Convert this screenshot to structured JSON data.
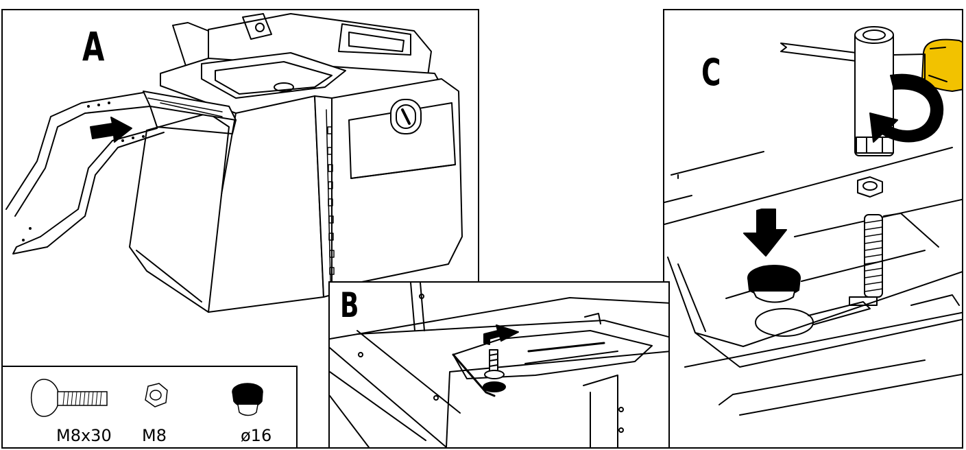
{
  "steps": {
    "a": "A",
    "b": "B",
    "c": "C"
  },
  "parts": [
    {
      "name": "carriage-bolt",
      "label": "M8x30"
    },
    {
      "name": "hex-nut",
      "label": "M8"
    },
    {
      "name": "cover-cap",
      "label": "ø16"
    }
  ],
  "icons": [
    "arrow-right-icon",
    "arrow-down-icon",
    "rotate-arrow-icon",
    "screwdriver-icon",
    "socket-wrench-icon"
  ],
  "colors": {
    "line": "#000000",
    "background": "#ffffff",
    "screwdriver_handle": "#f2c200"
  }
}
